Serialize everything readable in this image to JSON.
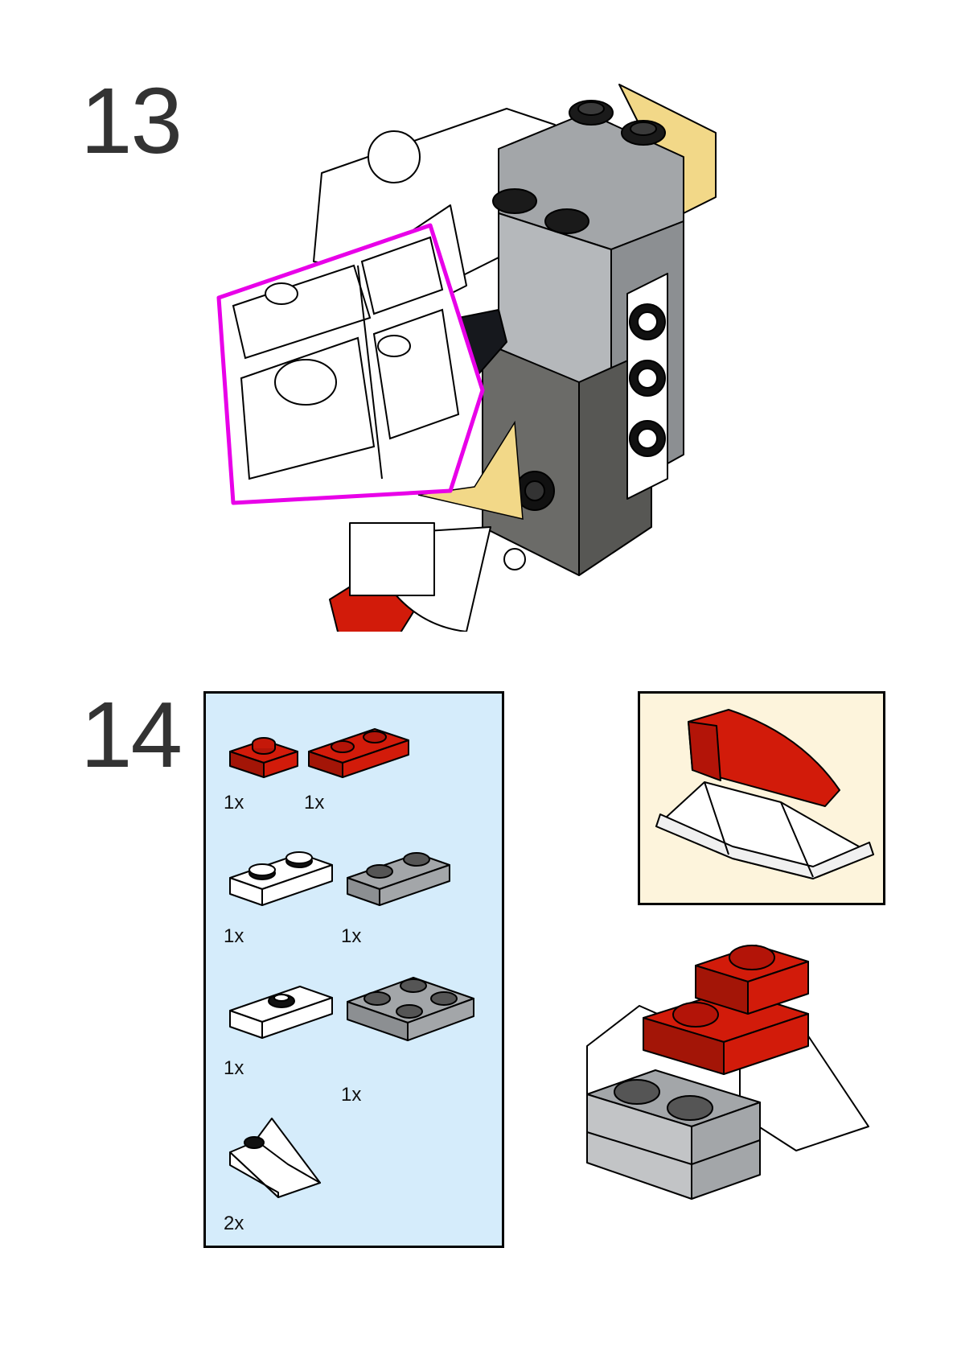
{
  "page": {
    "background": "#ffffff"
  },
  "steps": [
    {
      "number": "13"
    },
    {
      "number": "14",
      "parts_list": {
        "background": "#d5ecfb",
        "items": [
          {
            "part": "red 1x2 plate",
            "qty": "1x"
          },
          {
            "part": "red 2x3 plate",
            "qty": "1x"
          },
          {
            "part": "white 1x2 plate",
            "qty": "1x"
          },
          {
            "part": "light gray 1x2 plate",
            "qty": "1x"
          },
          {
            "part": "white 1x2 jumper plate",
            "qty": "1x"
          },
          {
            "part": "light gray 2x2 plate",
            "qty": "1x"
          },
          {
            "part": "white 1x1 slope with stud",
            "qty": "2x"
          }
        ]
      },
      "callout": {
        "background": "#fdf4dc"
      }
    }
  ],
  "colors": {
    "red": "#d21b0a",
    "light_gray": "#9fa2a5",
    "dark_gray": "#6b6b68",
    "white": "#ffffff",
    "black": "#111111",
    "magenta_highlight": "#e800e8",
    "trans_yellow": "#f2d888"
  }
}
